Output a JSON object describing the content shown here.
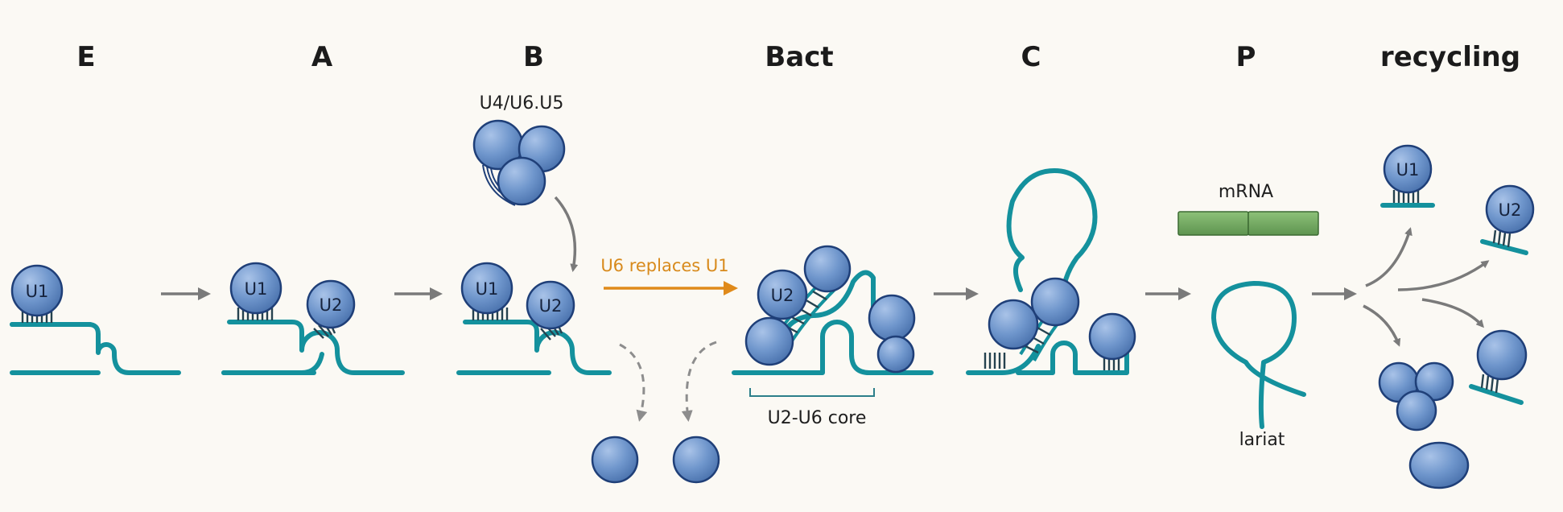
{
  "diagram": {
    "stages": [
      "E",
      "A",
      "B",
      "Bact",
      "C",
      "P",
      "recycling"
    ],
    "snrnp_labels": {
      "u1": "U1",
      "u2": "U2",
      "tri_snrnp": "U4/U6.U5"
    },
    "transition_label": "U6 replaces U1",
    "core_label": "U2-U6 core",
    "mrna_label": "mRNA",
    "lariat_label": "lariat"
  },
  "colors": {
    "background": "#fbf9f4",
    "rna": "#14919d",
    "snrnp": "#6f96cc",
    "snrnp_outline": "#1f3f78",
    "transition_arrow": "#e08a1a",
    "mrna": "#79ad66",
    "arrows": "#7a7a7a"
  }
}
